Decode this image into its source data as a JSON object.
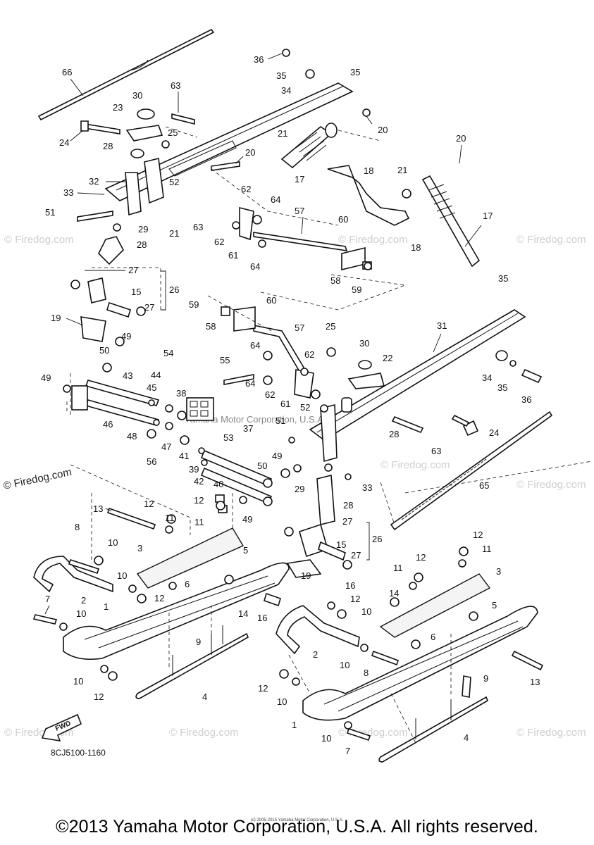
{
  "diagram": {
    "code": "8CJ5100-1160",
    "fwd_label": "FWD",
    "footer": "©2013 Yamaha Motor Corporation, U.S.A. All rights reserved.",
    "tiny_copyright": "(c) 2005-2015 Yamaha Motor Corporation, U.S.A.",
    "watermark_main": "Yamaha Motor Corporation, U.S.A.",
    "watermark_small": "© Firedog.com",
    "watermark_mid": "© Firedog.com"
  }
}
